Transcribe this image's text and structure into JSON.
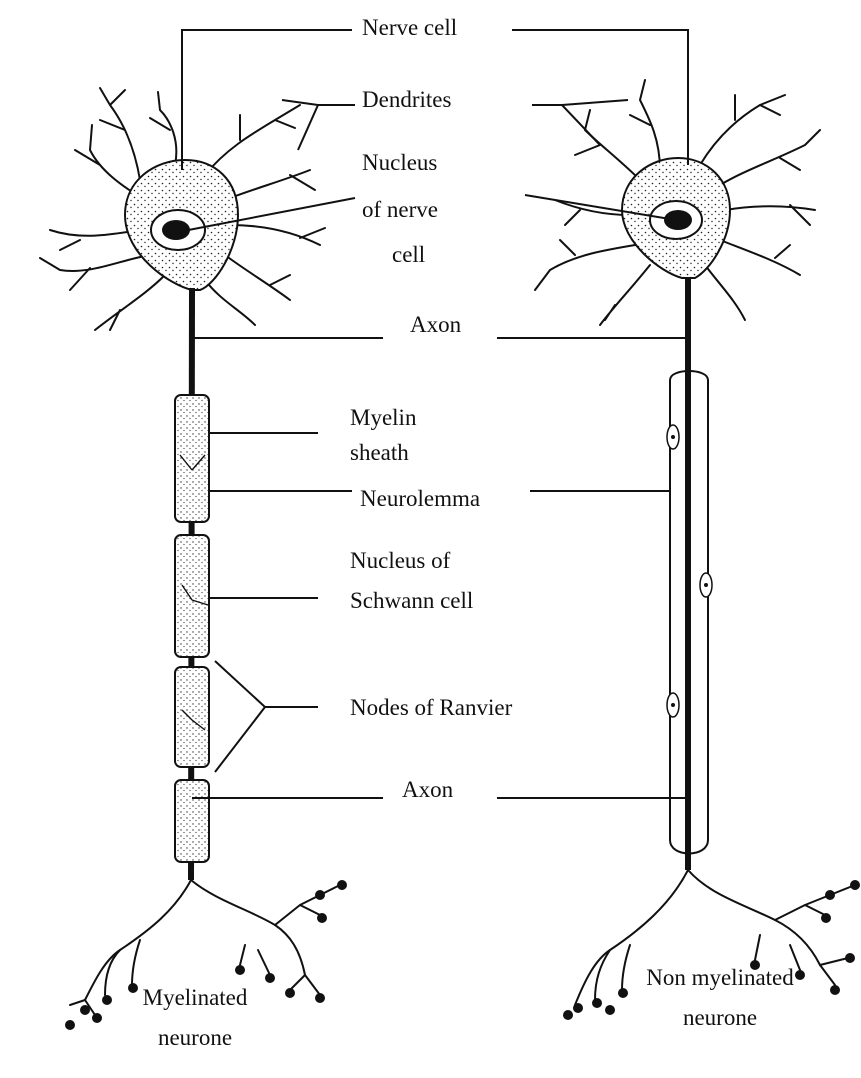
{
  "labels": {
    "nerve_cell": "Nerve cell",
    "dendrites": "Dendrites",
    "nucleus_line1": "Nucleus",
    "nucleus_line2": "of nerve",
    "nucleus_line3": "cell",
    "axon_top": "Axon",
    "myelin_line1": "Myelin",
    "myelin_line2": "sheath",
    "neurolemma": "Neurolemma",
    "schwann_line1": "Nucleus of",
    "schwann_line2": "Schwann cell",
    "nodes_of_ranvier": "Nodes of Ranvier",
    "axon_bottom": "Axon"
  },
  "captions": {
    "left_line1": "Myelinated",
    "left_line2": "neurone",
    "right_line1": "Non myelinated",
    "right_line2": "neurone"
  }
}
